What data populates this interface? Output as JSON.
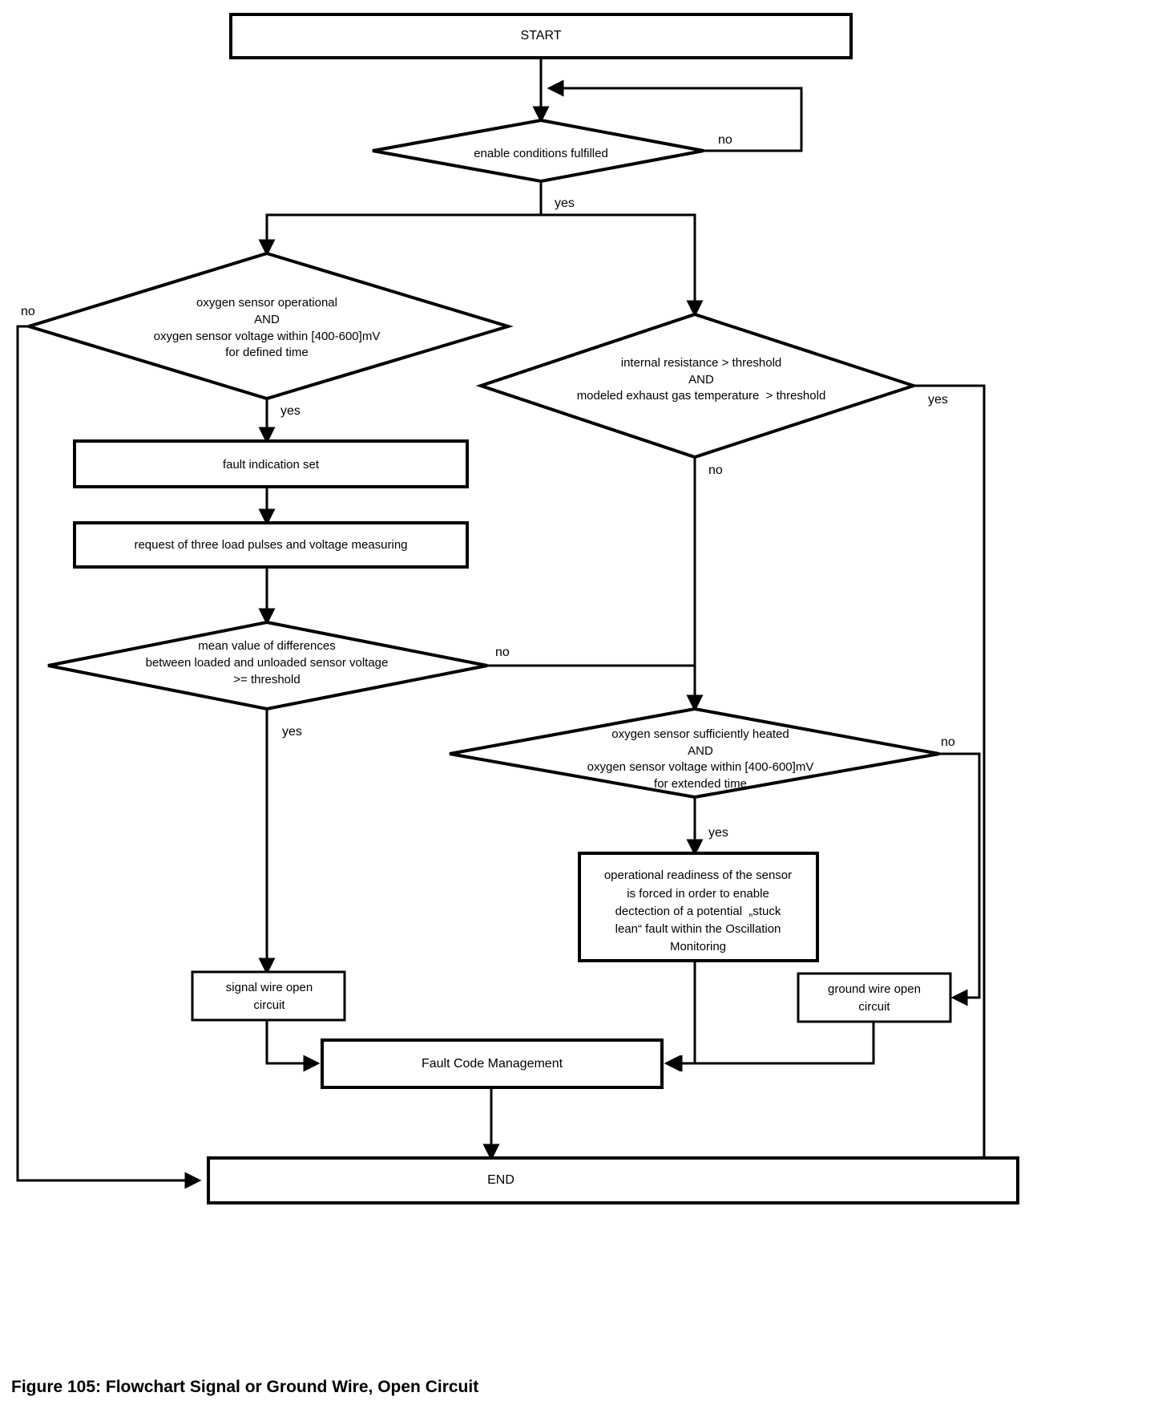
{
  "figure": {
    "caption": "Figure 105: Flowchart Signal or Ground Wire, Open Circuit",
    "type": "flowchart",
    "title": "Flowchart Signal or Ground Wire, Open Circuit"
  },
  "nodes": {
    "start": {
      "label": "START",
      "shape": "terminator"
    },
    "enable_conditions": {
      "label": "enable conditions fulfilled",
      "shape": "decision"
    },
    "oxygen_operational": {
      "line1": "oxygen sensor operational",
      "line2": "AND",
      "line3": "oxygen sensor voltage within [400-600]mV",
      "line4": "for defined time",
      "shape": "decision"
    },
    "internal_resistance": {
      "line1": "internal resistance > threshold",
      "line2": "AND",
      "line3": "modeled exhaust gas temperature  > threshold",
      "shape": "decision"
    },
    "fault_indication_set": {
      "label": "fault indication set",
      "shape": "process"
    },
    "load_pulses": {
      "label": "request of three load pulses and voltage measuring",
      "shape": "process"
    },
    "mean_value": {
      "line1": "mean value of differences",
      "line2": "between loaded and unloaded sensor voltage",
      "line3": ">= threshold",
      "shape": "decision"
    },
    "sufficiently_heated": {
      "line1": "oxygen sensor sufficiently heated",
      "line2": "AND",
      "line3": "oxygen sensor voltage within [400-600]mV",
      "line4": "for extended time",
      "shape": "decision"
    },
    "operational_readiness": {
      "line1": "operational readiness of the sensor",
      "line2": "is forced in order to enable",
      "line3": "dectection of a potential  „stuck",
      "line4": "lean“ fault within the Oscillation",
      "line5": "Monitoring",
      "shape": "process"
    },
    "signal_wire_open": {
      "line1": "signal wire open",
      "line2": "circuit",
      "shape": "process"
    },
    "ground_wire_open": {
      "line1": "ground wire open",
      "line2": "circuit",
      "shape": "process"
    },
    "fault_code_management": {
      "label": "Fault Code Management",
      "shape": "process"
    },
    "end": {
      "label": "END",
      "shape": "terminator"
    }
  },
  "edge_labels": {
    "enable_no": "no",
    "enable_yes": "yes",
    "operational_no": "no",
    "operational_yes": "yes",
    "resistance_yes": "yes",
    "resistance_no": "no",
    "mean_no": "no",
    "mean_yes": "yes",
    "heated_no": "no",
    "heated_yes": "yes"
  },
  "colors": {
    "stroke": "#000000",
    "fill": "#ffffff",
    "text": "#000000"
  }
}
